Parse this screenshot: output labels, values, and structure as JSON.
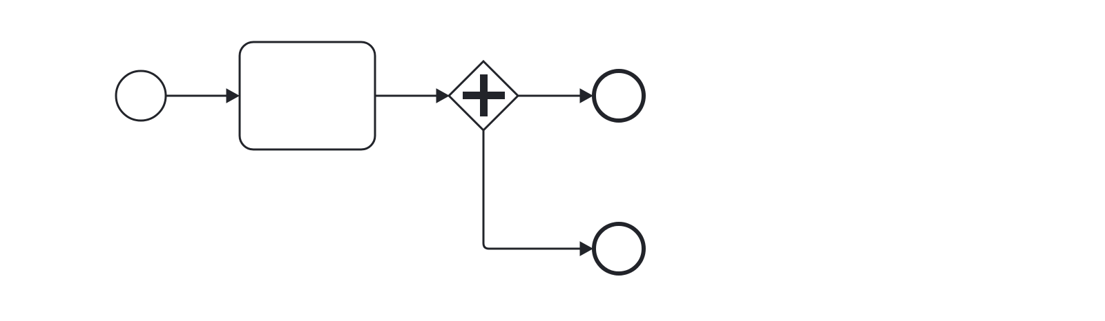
{
  "diagram": {
    "type": "bpmn-process",
    "colors": {
      "stroke": "#22242a",
      "fill": "#ffffff",
      "background": "#ffffff"
    },
    "elements": [
      {
        "id": "start",
        "kind": "start-event",
        "label": ""
      },
      {
        "id": "task",
        "kind": "task",
        "label": ""
      },
      {
        "id": "gateway",
        "kind": "parallel-gateway",
        "label": "",
        "marker": "plus-icon"
      },
      {
        "id": "end1",
        "kind": "end-event",
        "label": ""
      },
      {
        "id": "end2",
        "kind": "end-event",
        "label": ""
      }
    ],
    "flows": [
      {
        "from": "start",
        "to": "task"
      },
      {
        "from": "task",
        "to": "gateway"
      },
      {
        "from": "gateway",
        "to": "end1"
      },
      {
        "from": "gateway",
        "to": "end2"
      }
    ]
  }
}
